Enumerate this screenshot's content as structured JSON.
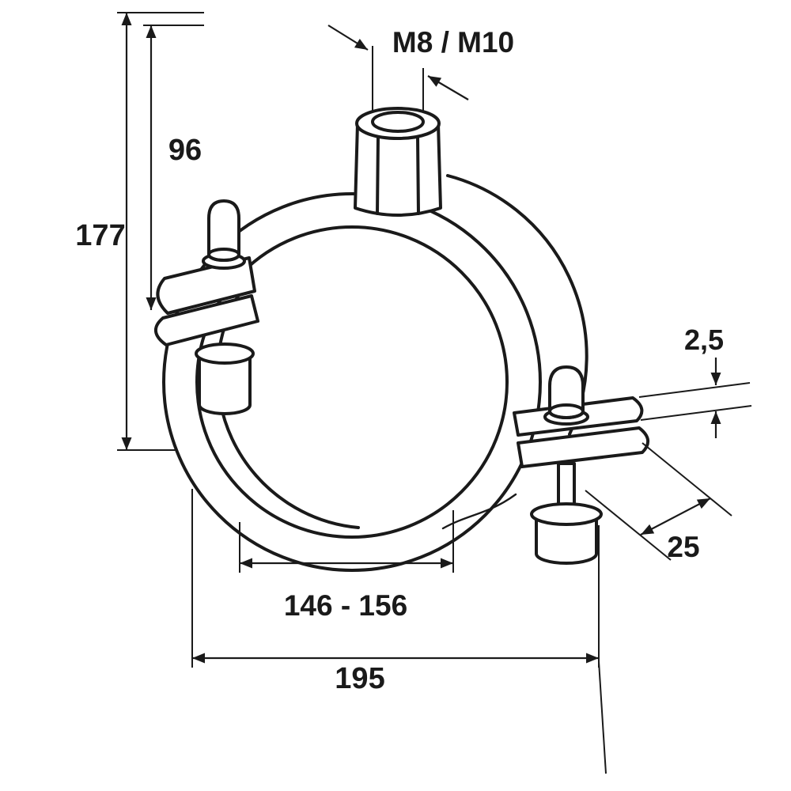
{
  "page": {
    "background": "#ffffff",
    "ink_color": "#1a1a1a",
    "description": "Technical dimension drawing of a pipe clamp with hex connection nut, closure screws and rubber buffers"
  },
  "figure": {
    "labels": {
      "thread_size": "M8 / M10",
      "dim_total_height": "177",
      "dim_upper_height": "96",
      "dim_plate_thickness": "2,5",
      "dim_strap_width": "25",
      "dim_clamp_range": "146 - 156",
      "dim_overall_width": "195"
    }
  }
}
